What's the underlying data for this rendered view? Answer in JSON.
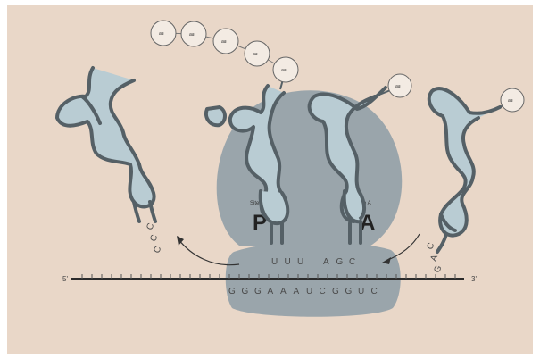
{
  "diagram": {
    "mrna": {
      "five_prime": "5'",
      "three_prime": "3'",
      "codons": [
        "G",
        "G",
        "G",
        "A",
        "A",
        "A",
        "U",
        "C",
        "G",
        "G",
        "U",
        "C"
      ]
    },
    "sites": {
      "p": {
        "letter": "P",
        "caption": "Site P"
      },
      "a": {
        "letter": "A",
        "caption": "Site A"
      }
    },
    "anticodons": {
      "p_site": [
        "U",
        "U",
        "U"
      ],
      "a_site": [
        "A",
        "G",
        "C"
      ],
      "exiting": [
        "C",
        "C",
        "C"
      ],
      "incoming": [
        "C",
        "A",
        "G"
      ]
    },
    "peptide_chain": [
      "aa",
      "aa",
      "aa",
      "aa",
      "aa"
    ],
    "a_site_aa": "aa",
    "incoming_aa": "aa",
    "colors": {
      "background": "#e9d7c8",
      "ribosome": "#9aa5ab",
      "trna_fill": "#b9ccd3",
      "trna_stroke": "#556066",
      "aa_circle": "#f3ebe3"
    }
  }
}
